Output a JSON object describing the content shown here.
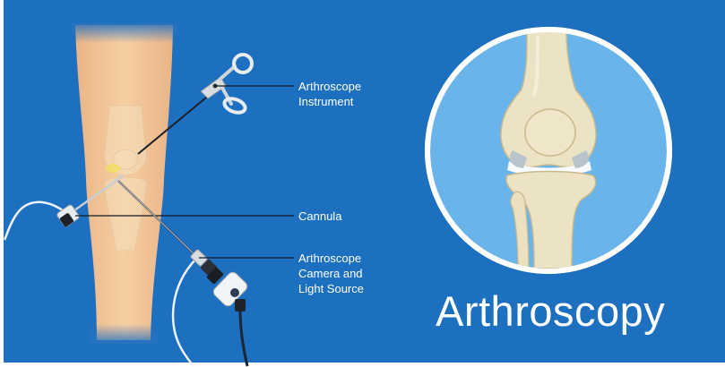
{
  "labels": {
    "arthroscope_instrument": "Arthroscope\nInstrument",
    "cannula": "Cannula",
    "camera_light_source": "Arthroscope\nCamera and\nLight Source"
  },
  "title": "Arthroscopy",
  "colors": {
    "background": "#1d6fc0",
    "skin": "#f3c698",
    "bone": "#ece2c4",
    "circle_fill": "#6ab4ec",
    "text": "#ffffff"
  }
}
